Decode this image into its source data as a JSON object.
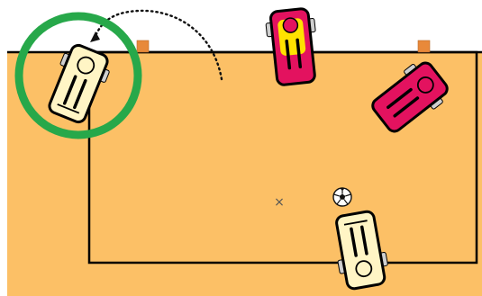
{
  "scene": {
    "center_mark": "×",
    "colors": {
      "field": "#FCC066",
      "white_bg": "#FFFFFF",
      "line": "#000000",
      "goal_post": "#E8893A",
      "highlight_ring": "#27A84A",
      "robot_cream": "#FFF5C5",
      "robot_magenta": "#E3125F",
      "robot_yellow": "#FFE200",
      "wheel": "#CFCFCF",
      "ball_black": "#111111",
      "ball_white": "#FFFFFF"
    },
    "robots": [
      {
        "name": "robot-highlighted-left",
        "team": "cream",
        "circled": true
      },
      {
        "name": "robot-top-center",
        "team": "yellow-magenta",
        "circled": false
      },
      {
        "name": "robot-right",
        "team": "magenta",
        "circled": false
      },
      {
        "name": "robot-bottom",
        "team": "cream",
        "circled": false
      }
    ],
    "markers": [
      "goal-post-left",
      "goal-post-right",
      "center-mark",
      "soccer-ball"
    ],
    "annotations": [
      "dotted-movement-arrow",
      "highlight-ring"
    ]
  }
}
